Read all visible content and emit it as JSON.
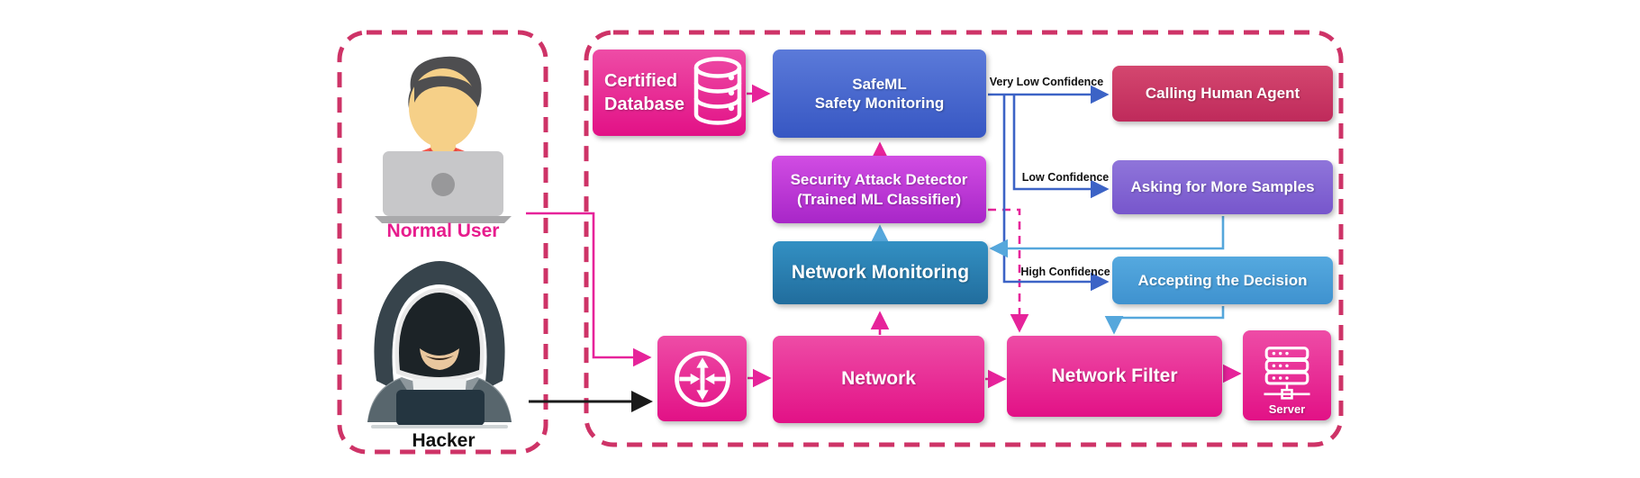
{
  "diagram": {
    "actors": {
      "normal_user": "Normal User",
      "hacker": "Hacker"
    },
    "nodes": {
      "certified_database": {
        "line1": "Certified",
        "line2": "Database"
      },
      "safeml": {
        "line1": "SafeML",
        "line2": "Safety Monitoring"
      },
      "attack_detector": {
        "line1": "Security Attack Detector",
        "line2": "(Trained ML Classifier)"
      },
      "network_monitoring": {
        "label": "Network Monitoring"
      },
      "network": {
        "label": "Network"
      },
      "network_filter": {
        "label": "Network Filter"
      },
      "server": {
        "label": "Server"
      },
      "calling_human_agent": {
        "label": "Calling Human Agent"
      },
      "asking_more_samples": {
        "label": "Asking for More Samples"
      },
      "accepting_decision": {
        "label": "Accepting the Decision"
      }
    },
    "edge_labels": {
      "very_low": "Very Low Confidence",
      "low": "Low Confidence",
      "high": "High Confidence"
    },
    "icons": {
      "database": "database-icon",
      "router": "router-icon",
      "server": "server-icon",
      "normal_user": "person-at-laptop-icon",
      "hacker": "hooded-hacker-icon"
    },
    "colors": {
      "pink_gradient_top": "#ee4ca6",
      "pink_gradient_bottom": "#e21186",
      "royal_blue_top": "#5b7ad9",
      "royal_blue_bottom": "#3757c3",
      "purple_magenta_top": "#d14de3",
      "purple_magenta_bottom": "#a826c8",
      "steel_blue_top": "#3390c3",
      "steel_blue_bottom": "#216d9d",
      "crimson_top": "#d4476f",
      "crimson_bottom": "#bf2a5b",
      "violet_top": "#8f75da",
      "violet_bottom": "#7756cc",
      "sky_top": "#55a9df",
      "sky_bottom": "#3f92cf",
      "dashed_border": "#ce3367",
      "royal_arrow": "#3c63c6",
      "light_blue_arrow": "#55a7dc",
      "magenta_arrow": "#e6239a",
      "black_arrow": "#1a1a1a",
      "normal_user_label": "#e71c8d"
    }
  }
}
